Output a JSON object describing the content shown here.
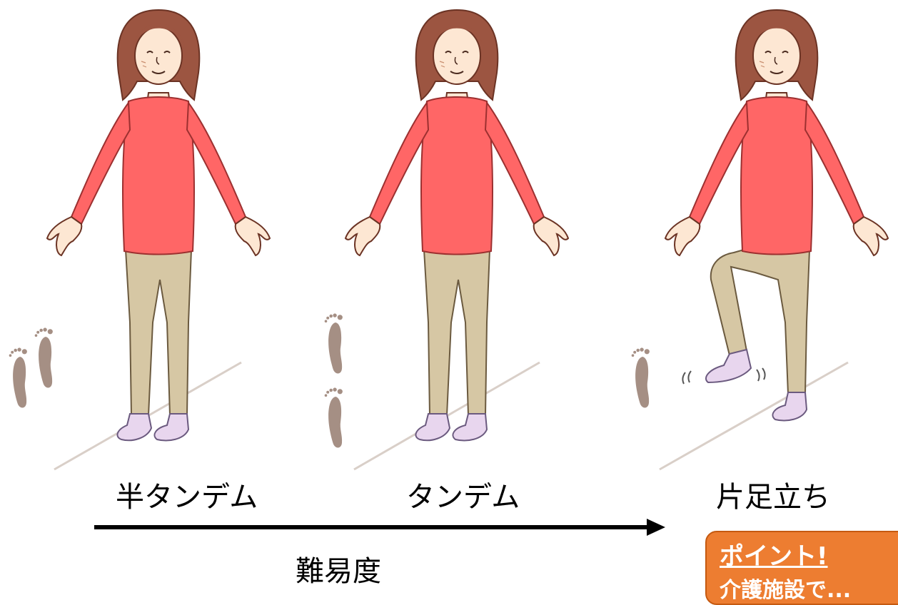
{
  "figures": [
    {
      "label": "半タンデム",
      "icon": "standing-woman"
    },
    {
      "label": "タンデム",
      "icon": "standing-woman"
    },
    {
      "label": "片足立ち",
      "icon": "woman-one-leg-raised"
    }
  ],
  "arrow": {
    "caption": "難易度",
    "direction": "right"
  },
  "callout": {
    "title": "ポイント!",
    "body": "介護施設で..."
  },
  "colors": {
    "shirt": "#ff6666",
    "pants": "#d6c7a4",
    "hair": "#9c5541",
    "sock": "#e8d6ee",
    "footprint": "#a58f84",
    "callout": "#ed7d31"
  }
}
